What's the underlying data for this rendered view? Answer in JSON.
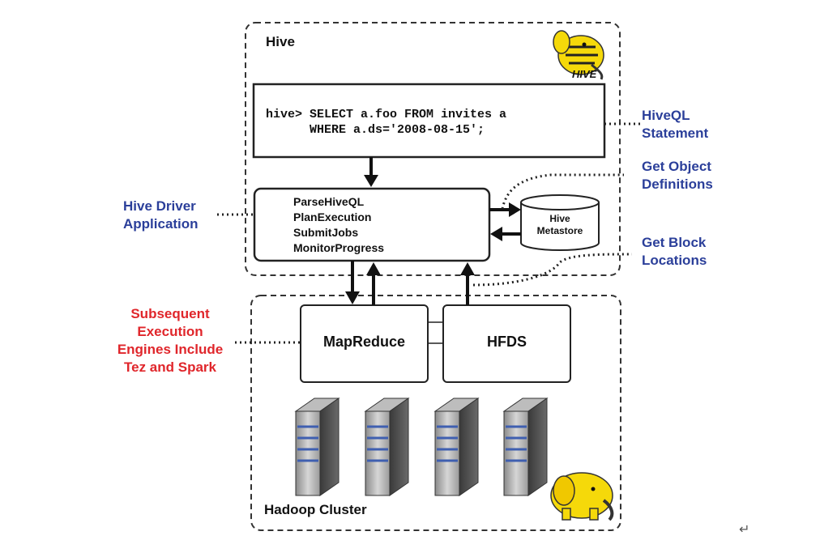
{
  "hive_region": {
    "title": "Hive"
  },
  "query": {
    "line1": "hive> SELECT a.foo FROM invites a",
    "line2": "      WHERE a.ds='2008-08-15';"
  },
  "driver": {
    "lines": [
      "ParseHiveQL",
      "PlanExecution",
      "SubmitJobs",
      "MonitorProgress"
    ]
  },
  "metastore": {
    "line1": "Hive",
    "line2": "Metastore"
  },
  "engines": {
    "mapreduce": "MapReduce",
    "hdfs": "HFDS"
  },
  "cluster": {
    "title": "Hadoop Cluster"
  },
  "annotations": {
    "hiveql_statement": [
      "HiveQL",
      "Statement"
    ],
    "get_object_definitions": [
      "Get Object",
      "Definitions"
    ],
    "hive_driver_application": [
      "Hive Driver",
      "Application"
    ],
    "get_block_locations": [
      "Get Block",
      "Locations"
    ],
    "subsequent_engines": [
      "Subsequent",
      "Execution",
      "Engines Include",
      "Tez and Spark"
    ]
  },
  "logos": {
    "hive_logo_text": "HIVE"
  },
  "return_mark": "↵",
  "colors": {
    "annotation_blue": "#2b3f9a",
    "annotation_red": "#e0262b",
    "elephant_yellow": "#f5d90a"
  }
}
